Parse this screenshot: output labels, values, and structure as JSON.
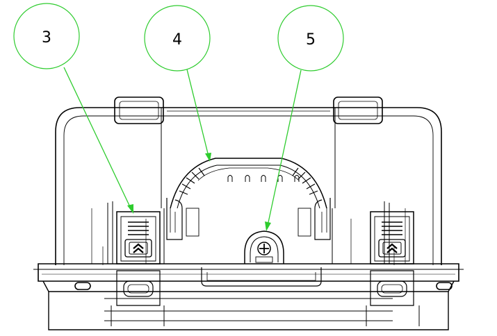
{
  "diagram": {
    "callouts": [
      {
        "label": "3",
        "target": "latch"
      },
      {
        "label": "4",
        "target": "handle"
      },
      {
        "label": "5",
        "target": "pressure-valve"
      }
    ],
    "colors": {
      "line": "#000000",
      "leader": "#2ecc2e",
      "background": "#ffffff"
    },
    "icons": [
      "chevron-up-icon",
      "pressure-valve-icon"
    ]
  }
}
